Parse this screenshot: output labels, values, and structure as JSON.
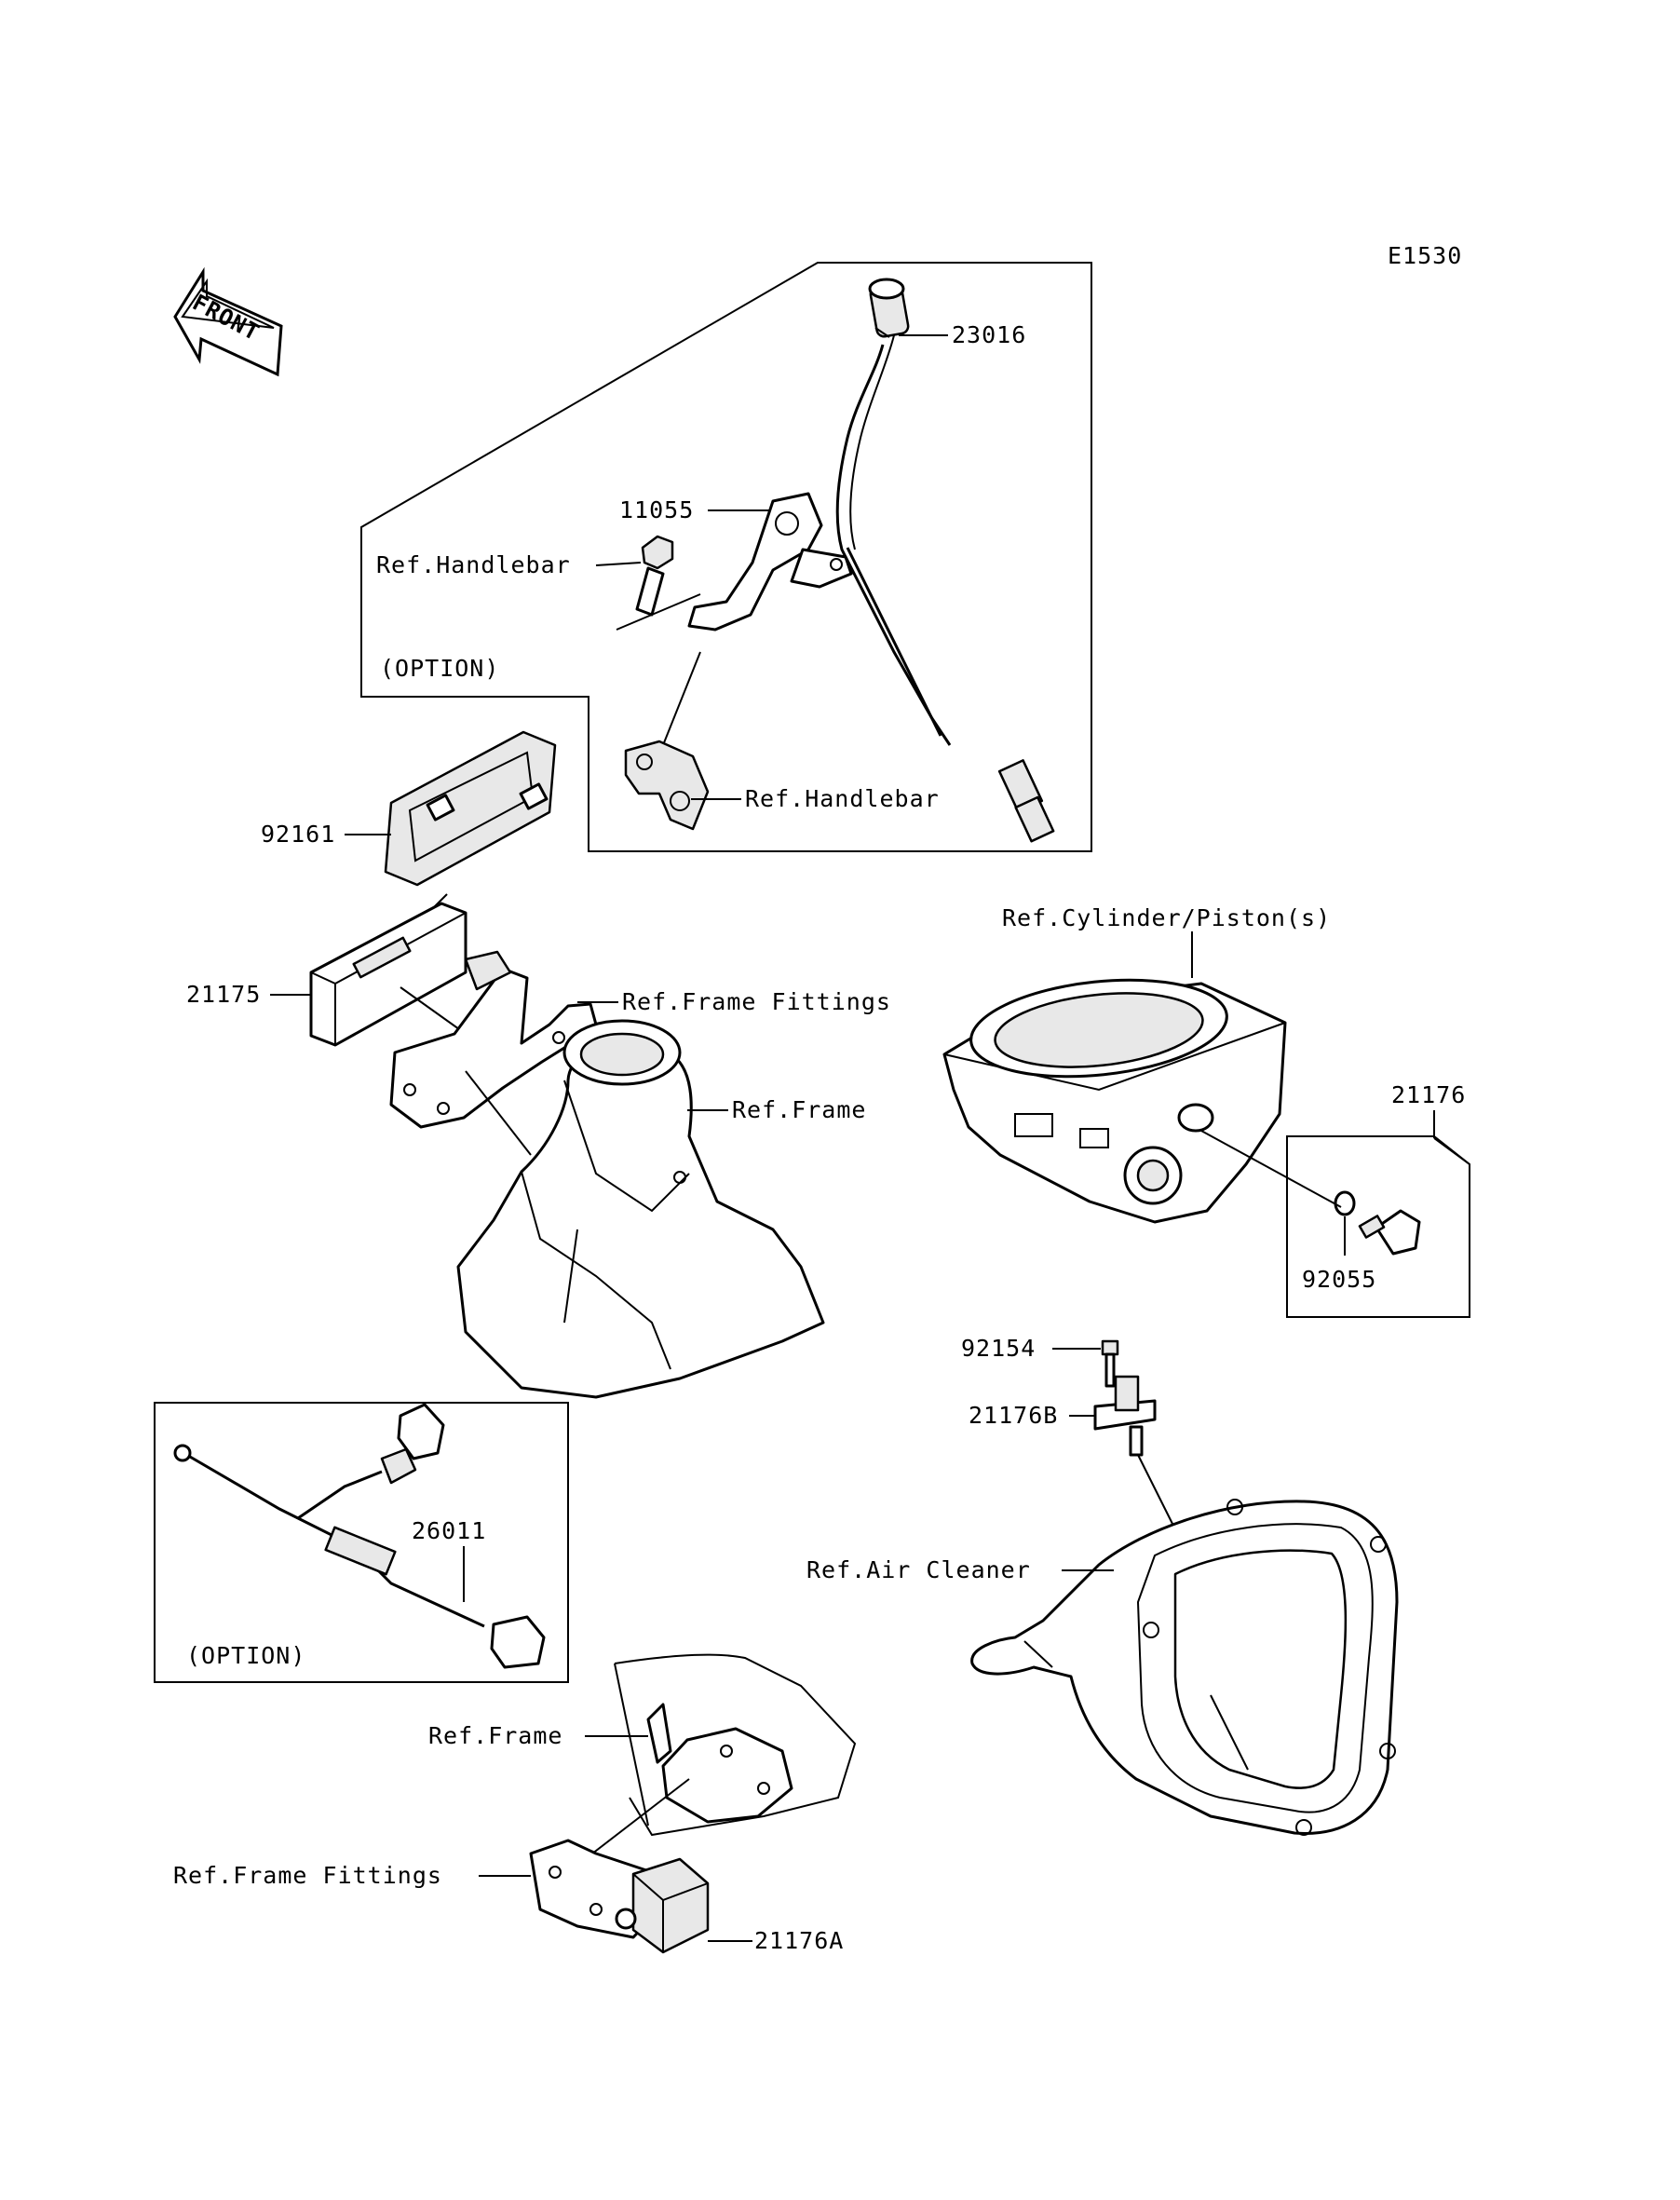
{
  "diagram_code": "E1530",
  "front_arrow_label": "FRONT",
  "option_label": "(OPTION)",
  "labels": {
    "p23016": "23016",
    "p11055": "11055",
    "ref_handlebar_1": "Ref.Handlebar",
    "ref_handlebar_2": "Ref.Handlebar",
    "p92161": "92161",
    "p21175": "21175",
    "ref_frame_fittings_1": "Ref.Frame Fittings",
    "ref_frame_1": "Ref.Frame",
    "ref_cylinder_piston": "Ref.Cylinder/Piston(s)",
    "p21176": "21176",
    "p92055": "92055",
    "p92154": "92154",
    "p21176B": "21176B",
    "ref_air_cleaner": "Ref.Air Cleaner",
    "p26011": "26011",
    "ref_frame_2": "Ref.Frame",
    "ref_frame_fittings_2": "Ref.Frame Fittings",
    "p21176A": "21176A"
  }
}
